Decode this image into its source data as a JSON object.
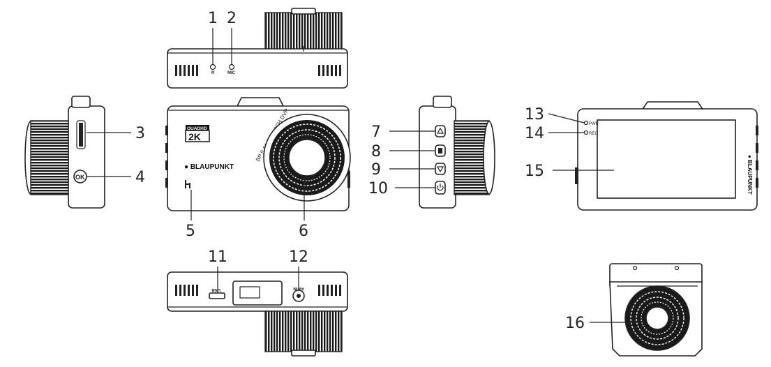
{
  "callouts": [
    "1",
    "2",
    "3",
    "4",
    "5",
    "6",
    "7",
    "8",
    "9",
    "10",
    "11",
    "12",
    "13",
    "14",
    "15",
    "16"
  ],
  "top_view": {
    "reset_label": "R",
    "mic_label": "MIC"
  },
  "left_view": {
    "ok_label": "OK"
  },
  "front_view": {
    "badge_top": "QUADHD",
    "badge_main": "2K",
    "brand": "● BLAUPUNKT",
    "ring_text": "BP 8.1A QHD 2CH DVR"
  },
  "bottom_view": {
    "usb_label": "USB",
    "av_label": "AV-IN"
  },
  "back_view": {
    "pwr_label": "PWR",
    "rec_label": "REC",
    "brand": "● BLAUPUNKT"
  },
  "colors": {
    "line": "#222222",
    "fill": "#ffffff",
    "knurl": "#1a1a1a"
  }
}
